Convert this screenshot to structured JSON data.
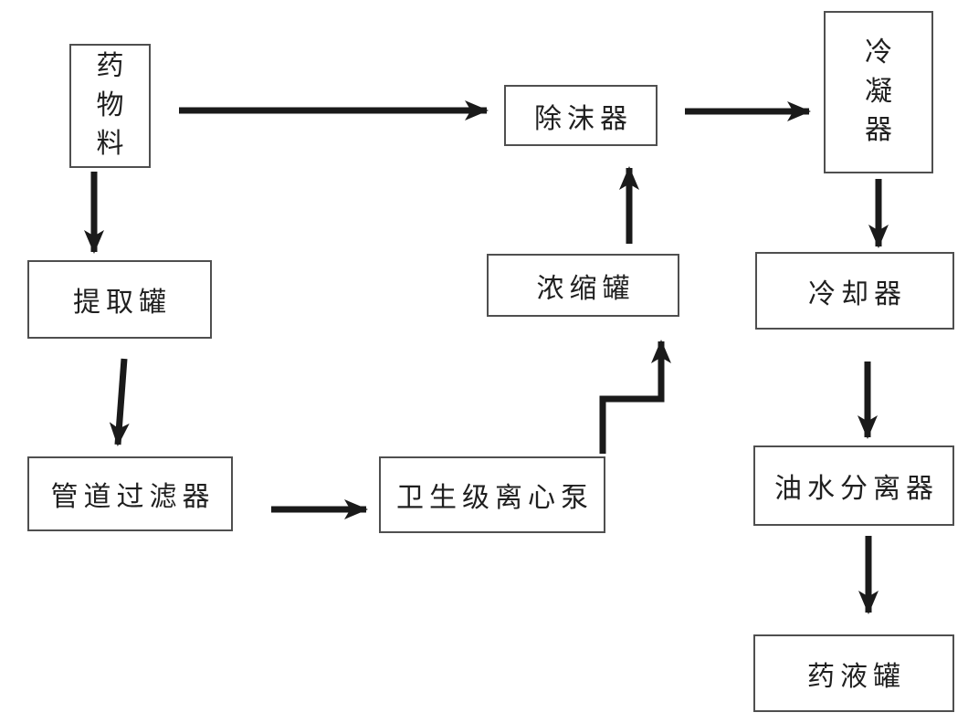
{
  "diagram": {
    "type": "process-flowchart",
    "nodes": [
      {
        "id": "drug_material",
        "label": "药物料",
        "orientation": "vertical"
      },
      {
        "id": "demister",
        "label": "除沫器",
        "orientation": "horizontal"
      },
      {
        "id": "condenser",
        "label": "冷凝器",
        "orientation": "vertical"
      },
      {
        "id": "extraction_tank",
        "label": "提取罐",
        "orientation": "horizontal"
      },
      {
        "id": "concentration_tank",
        "label": "浓缩罐",
        "orientation": "horizontal"
      },
      {
        "id": "cooler",
        "label": "冷却器",
        "orientation": "horizontal"
      },
      {
        "id": "pipeline_filter",
        "label": "管道过滤器",
        "orientation": "horizontal"
      },
      {
        "id": "sanitary_centrifugal_pump",
        "label": "卫生级离心泵",
        "orientation": "horizontal"
      },
      {
        "id": "oil_water_separator",
        "label": "油水分离器",
        "orientation": "horizontal"
      },
      {
        "id": "medicine_liquid_tank",
        "label": "药液罐",
        "orientation": "horizontal"
      }
    ],
    "edges": [
      {
        "from": "drug_material",
        "to": "demister",
        "shape": "straight"
      },
      {
        "from": "demister",
        "to": "condenser",
        "shape": "straight"
      },
      {
        "from": "drug_material",
        "to": "extraction_tank",
        "shape": "straight"
      },
      {
        "from": "extraction_tank",
        "to": "pipeline_filter",
        "shape": "straight"
      },
      {
        "from": "pipeline_filter",
        "to": "sanitary_centrifugal_pump",
        "shape": "straight"
      },
      {
        "from": "sanitary_centrifugal_pump",
        "to": "concentration_tank",
        "shape": "elbow"
      },
      {
        "from": "concentration_tank",
        "to": "demister",
        "shape": "straight"
      },
      {
        "from": "condenser",
        "to": "cooler",
        "shape": "straight"
      },
      {
        "from": "cooler",
        "to": "oil_water_separator",
        "shape": "straight"
      },
      {
        "from": "oil_water_separator",
        "to": "medicine_liquid_tank",
        "shape": "straight"
      }
    ]
  },
  "colors": {
    "arrow": "#1a1a1a",
    "box_border": "#4f4f4f",
    "text": "#1f1f1f",
    "background": "#ffffff"
  }
}
